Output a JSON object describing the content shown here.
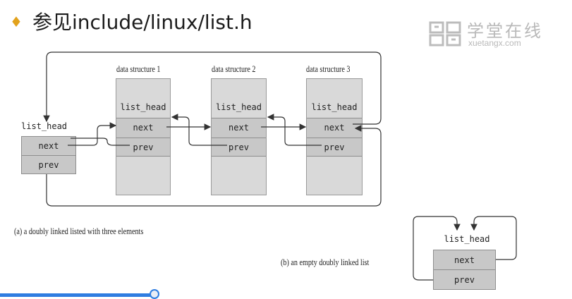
{
  "heading": {
    "bullet": "♦",
    "text": "参见include/linux/list.h"
  },
  "logo": {
    "name_cn": "学堂在线",
    "name_en": "xuetangx.com"
  },
  "figure_a": {
    "structures": [
      {
        "title": "data structure 1",
        "label": "list_head",
        "next": "next",
        "prev": "prev"
      },
      {
        "title": "data structure 2",
        "label": "list_head",
        "next": "next",
        "prev": "prev"
      },
      {
        "title": "data structure 3",
        "label": "list_head",
        "next": "next",
        "prev": "prev"
      }
    ],
    "head": {
      "label": "list_head",
      "next": "next",
      "prev": "prev"
    },
    "caption": "(a)  a doubly linked listed with three elements"
  },
  "figure_b": {
    "label": "list_head",
    "next": "next",
    "prev": "prev",
    "caption": "(b)  an empty doubly linked list"
  },
  "video": {
    "progress": 0.27
  },
  "colors": {
    "accent": "#2f7de1",
    "bullet": "#e2a21c",
    "cell": "#c8c8c8",
    "box": "#d9d9d9"
  }
}
